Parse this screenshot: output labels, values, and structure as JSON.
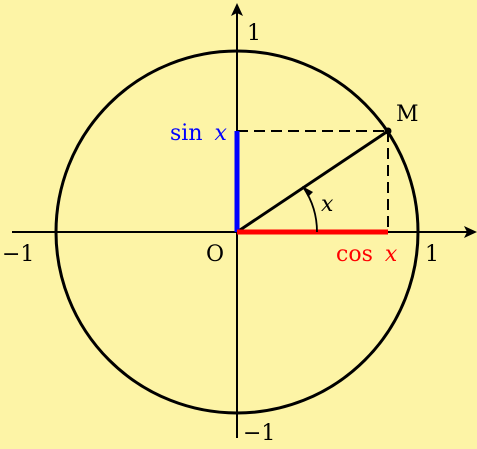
{
  "figure": {
    "background_color": "#fdf4a6",
    "circle_color": "#000000",
    "sin_color": "#0000ff",
    "cos_color": "#ff0000",
    "labels": {
      "x_pos_one": "1",
      "x_neg_one": "−1",
      "y_pos_one": "1",
      "y_neg_one": "−1",
      "origin": "O",
      "point": "M",
      "angle": "x",
      "sin_func": "sin",
      "sin_var": "x",
      "cos_func": "cos",
      "cos_var": "x"
    }
  }
}
